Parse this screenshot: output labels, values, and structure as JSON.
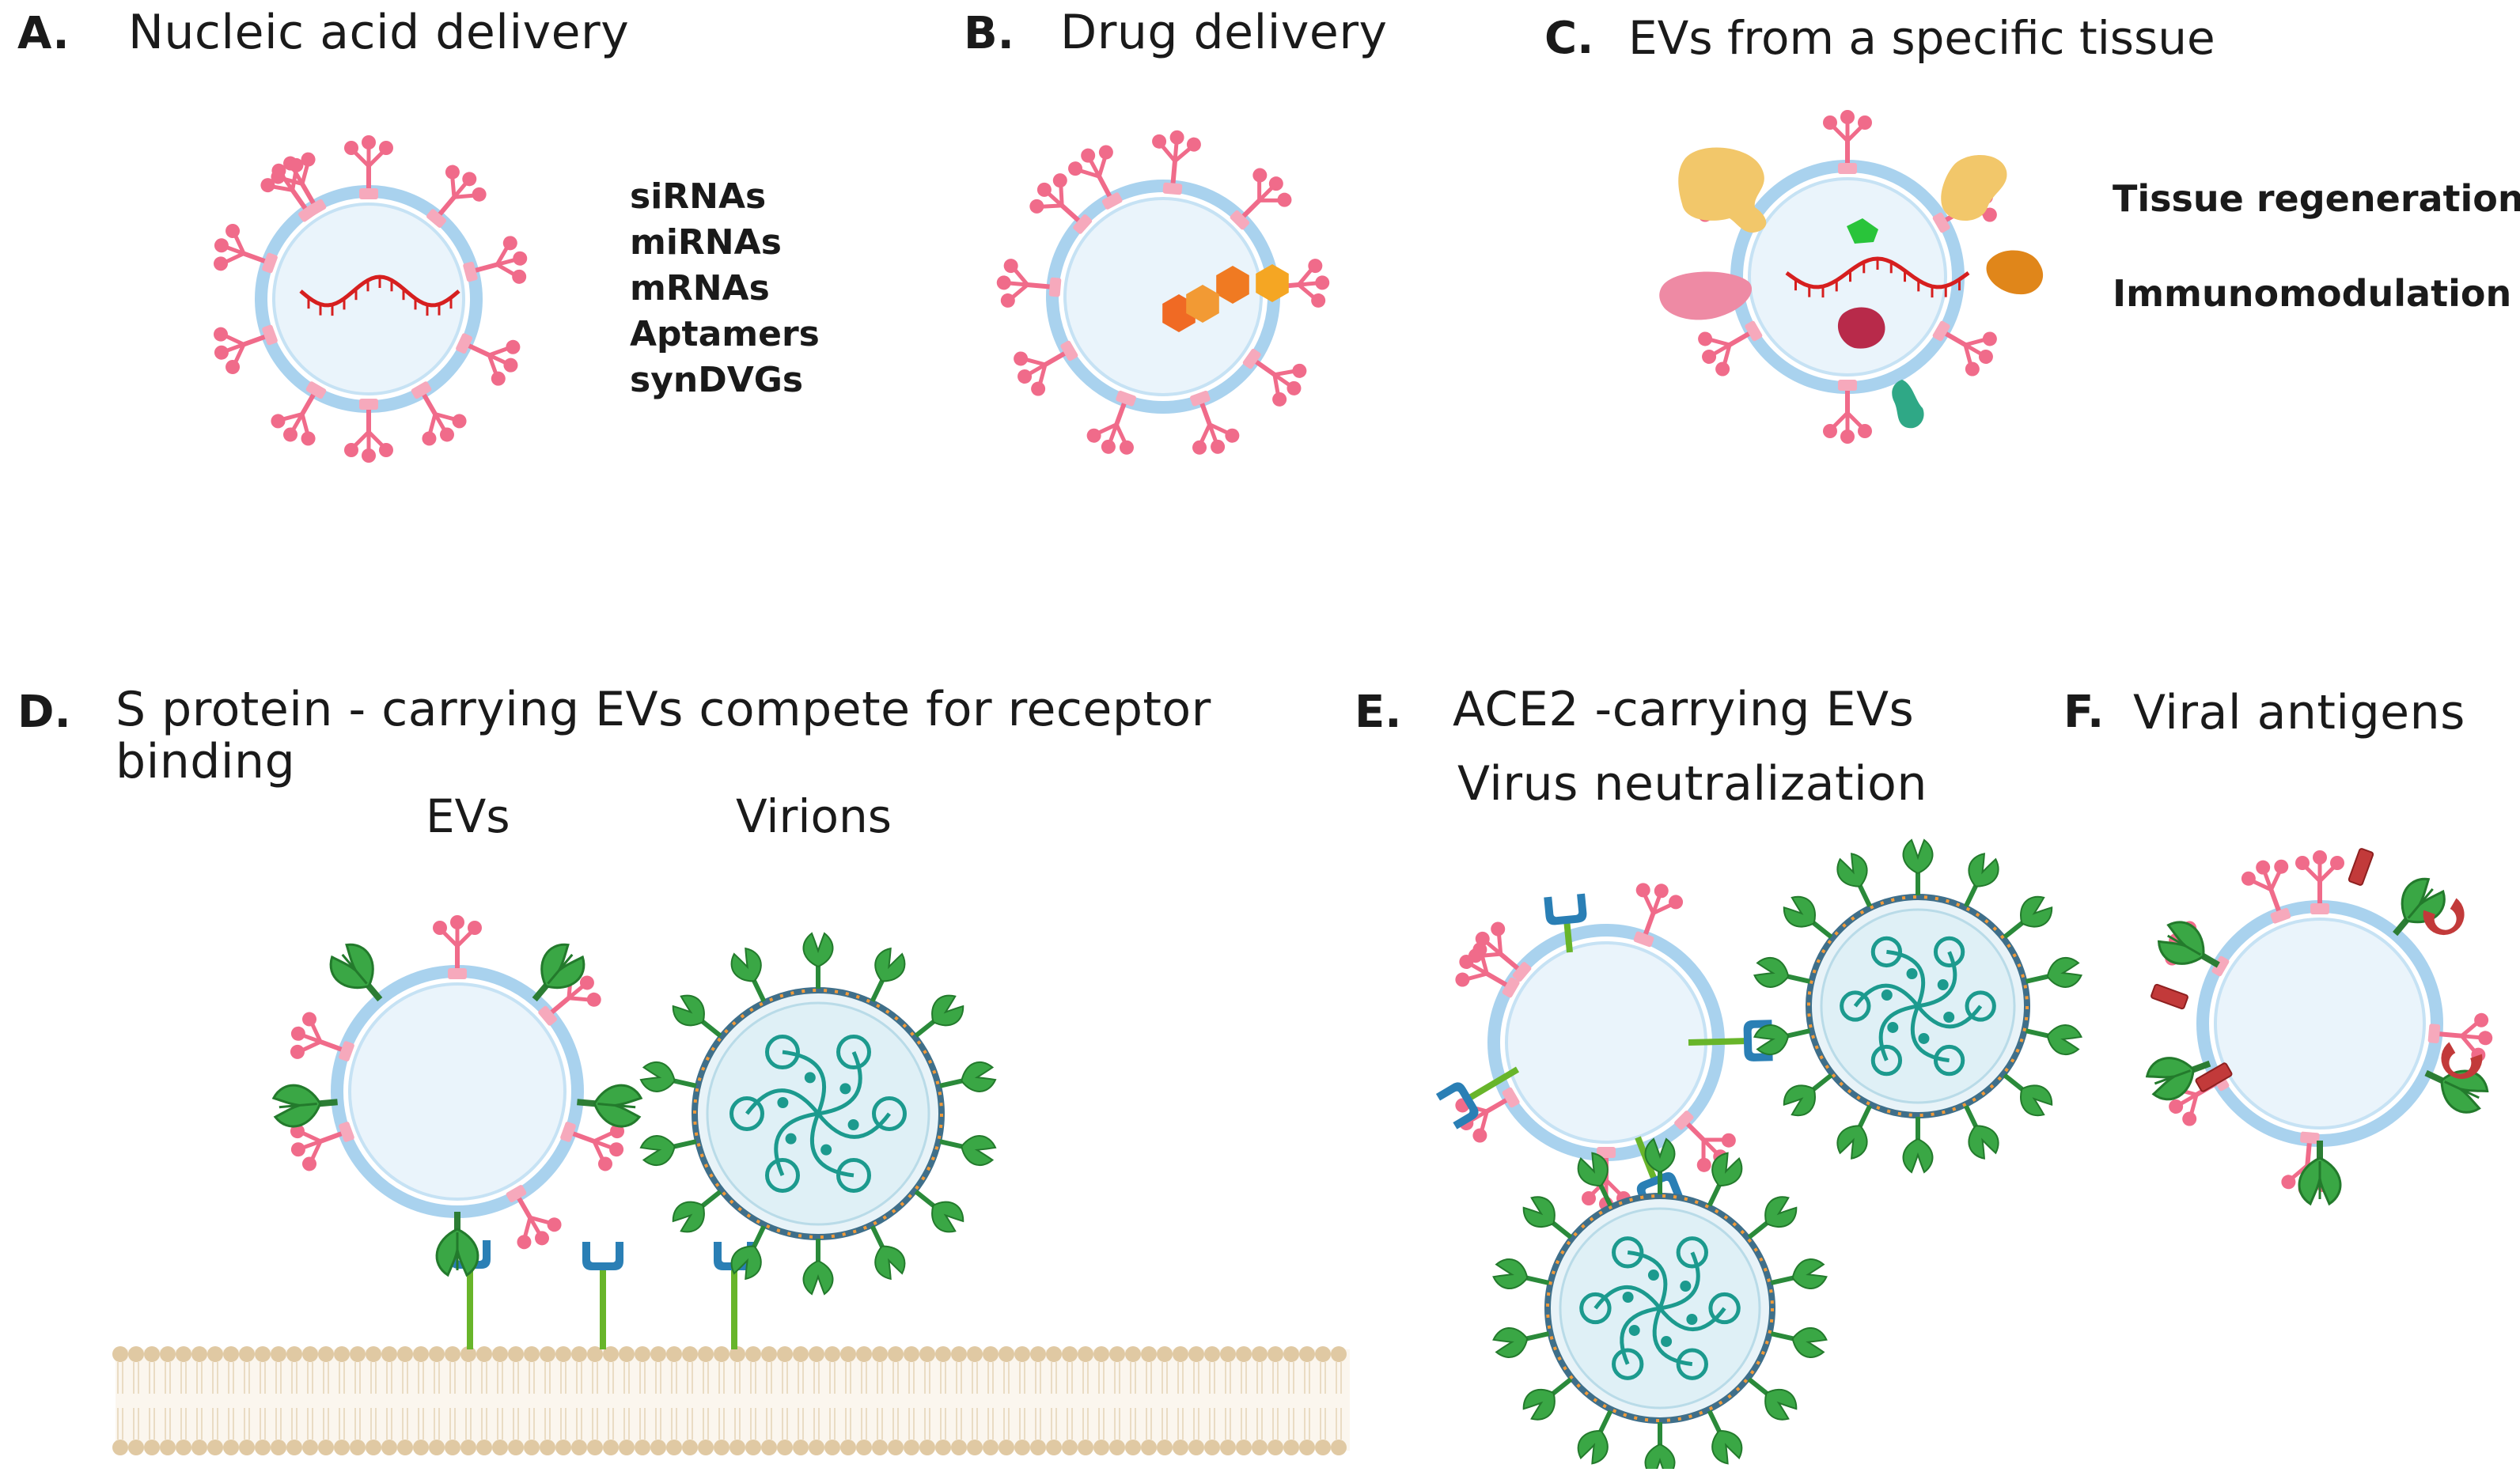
{
  "panels": {
    "a": {
      "letter": "A.",
      "title": "Nucleic acid delivery",
      "items": [
        "siRNAs",
        "miRNAs",
        "mRNAs",
        "Aptamers",
        "synDVGs"
      ]
    },
    "b": {
      "letter": "B.",
      "title": "Drug delivery"
    },
    "c": {
      "letter": "C.",
      "title": "EVs from a specific tissue",
      "items": [
        "Tissue regeneration",
        "Immunomodulation"
      ]
    },
    "d": {
      "letter": "D.",
      "title_line1": "S protein - carrying EVs compete for receptor",
      "title_line2": "binding",
      "label_evs": "EVs",
      "label_virions": "Virions"
    },
    "e": {
      "letter": "E.",
      "title": "ACE2 -carrying EVs",
      "subtitle": "Virus neutralization"
    },
    "f": {
      "letter": "F.",
      "title": "Viral antigens"
    }
  },
  "colors": {
    "membrane": "#a9d2ee",
    "lumen": "#eaf4fb",
    "receptor_pink": "#f06b8a",
    "spike_green": "#2f9e3a",
    "ace2_blue": "#2a7fb5",
    "ace2_stalk": "#68b52a",
    "virus_core": "#1c9a8e",
    "rna_red": "#d61f1f",
    "drug_orange": "#f0862a",
    "antigen_red": "#c23a3a",
    "bilayer": "#e0c9a3"
  }
}
